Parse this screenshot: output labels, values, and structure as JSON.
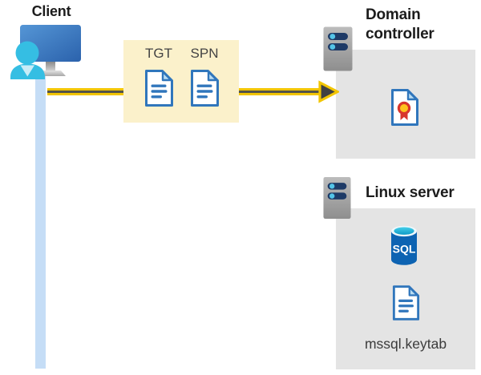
{
  "diagram": {
    "description": "Kerberos authentication flow from client through domain controller to Linux SQL server"
  },
  "client": {
    "label": "Client"
  },
  "ticket_box": {
    "labels": [
      "TGT",
      "SPN"
    ],
    "background": "#fbf1cb"
  },
  "arrow": {
    "direction": "client-to-domain-controller",
    "line_color": "#f2c500",
    "core_color": "#53544a",
    "head_fill": "#3f4042"
  },
  "domain_controller": {
    "label": "Domain controller",
    "box_color": "#e4e4e4"
  },
  "linux_server": {
    "label": "Linux server",
    "sql_label": "SQL",
    "keytab_label": "mssql.keytab",
    "box_color": "#e4e4e4"
  },
  "colors": {
    "timeline_blue": "#c5ddf6",
    "document_blue": "#3076bc",
    "document_fold": "#b9dcf2",
    "monitor_blue_light": "#5596d6",
    "monitor_blue_dark": "#2b62ac",
    "person_cyan": "#35bee3",
    "server_gray_light": "#b9b9b9",
    "server_gray_dark": "#8e8e8e",
    "server_slot_navy": "#1e3a66",
    "server_dot_cyan": "#53c4e8",
    "certificate_red": "#d8352c",
    "certificate_yellow": "#ffc21e",
    "sql_body_blue": "#0d63b2",
    "sql_top_teal": "#2fc0e4",
    "text_dark": "#1c1c1c"
  },
  "icons": [
    "client-monitor-user-icon",
    "server-tower-icon",
    "ticket-document-icon",
    "certificate-icon",
    "sql-database-icon",
    "keytab-document-icon",
    "arrow-head-icon"
  ]
}
